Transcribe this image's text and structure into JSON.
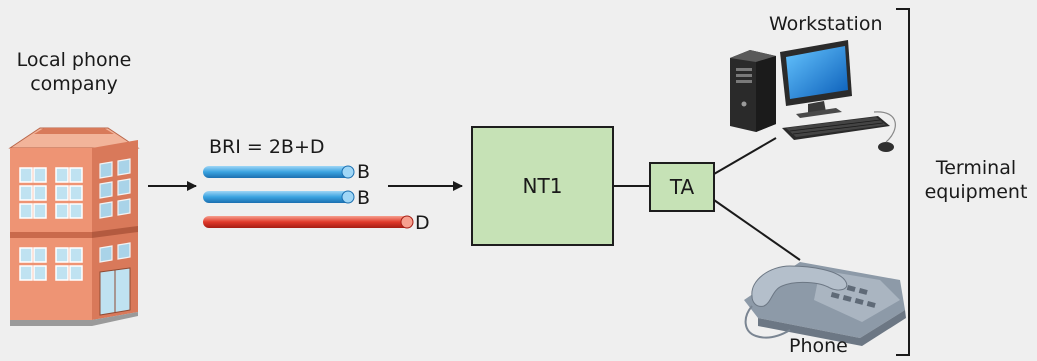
{
  "provider": {
    "label_line1": "Local phone",
    "label_line2": "company"
  },
  "bri": {
    "label": "BRI = 2B+D",
    "channels": [
      {
        "label": "B",
        "color": "#3aa3e0"
      },
      {
        "label": "B",
        "color": "#3aa3e0"
      },
      {
        "label": "D",
        "color": "#e0392a"
      }
    ]
  },
  "nt1": {
    "label": "NT1"
  },
  "ta": {
    "label": "TA"
  },
  "workstation": {
    "label": "Workstation"
  },
  "phone": {
    "label": "Phone"
  },
  "terminal": {
    "label_line1": "Terminal",
    "label_line2": "equipment"
  },
  "colors": {
    "box_fill": "#c6e2b6",
    "building": "#ec8f6d",
    "background": "#efefef"
  }
}
